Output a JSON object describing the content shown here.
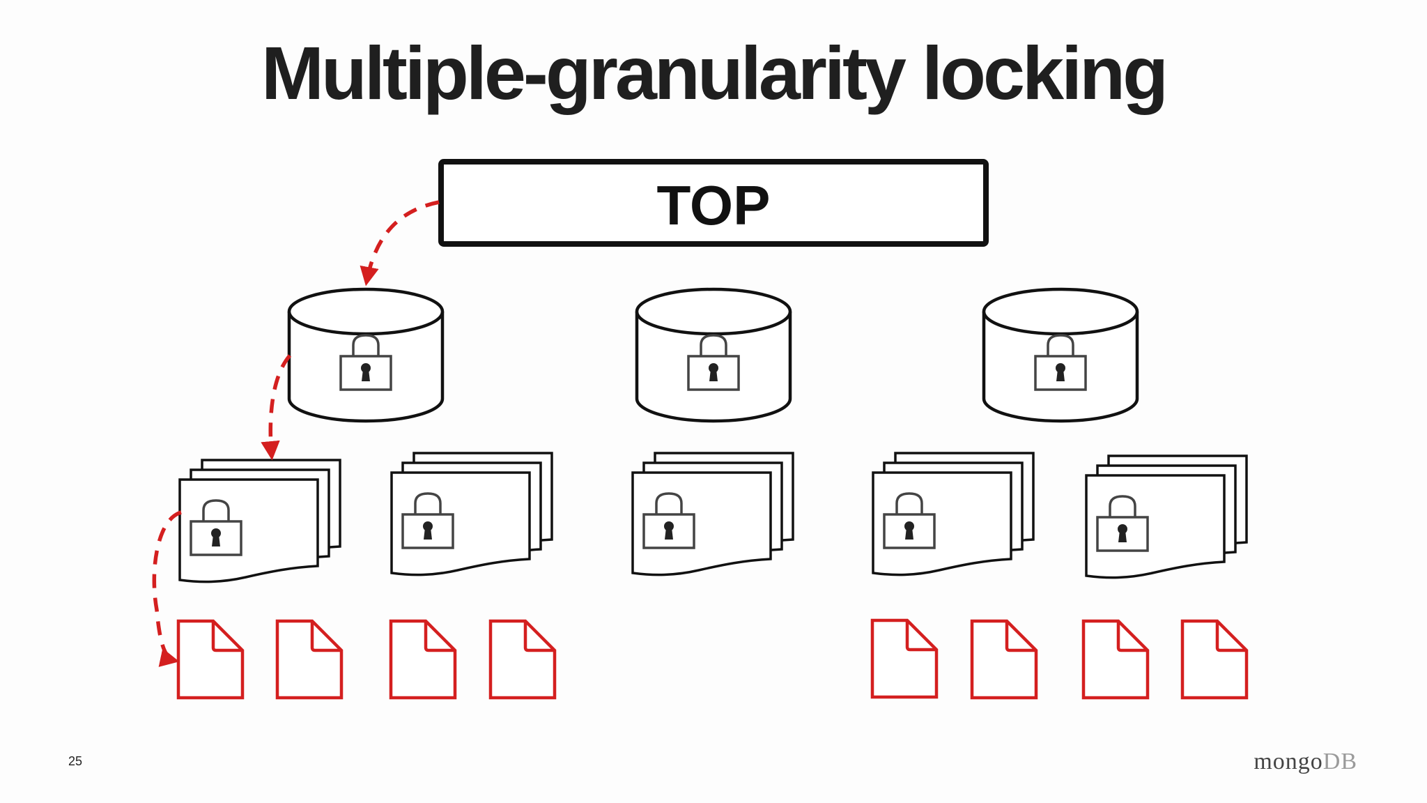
{
  "title": "Multiple-granularity locking",
  "top_label": "TOP",
  "page_number": "25",
  "logo": {
    "part1": "mongo",
    "part2": "DB"
  },
  "colors": {
    "accent": "#d41f1f",
    "ink": "#111111",
    "lock": "#444444"
  },
  "icons": [
    "database-icon",
    "collection-icon",
    "document-icon",
    "lock-icon"
  ]
}
